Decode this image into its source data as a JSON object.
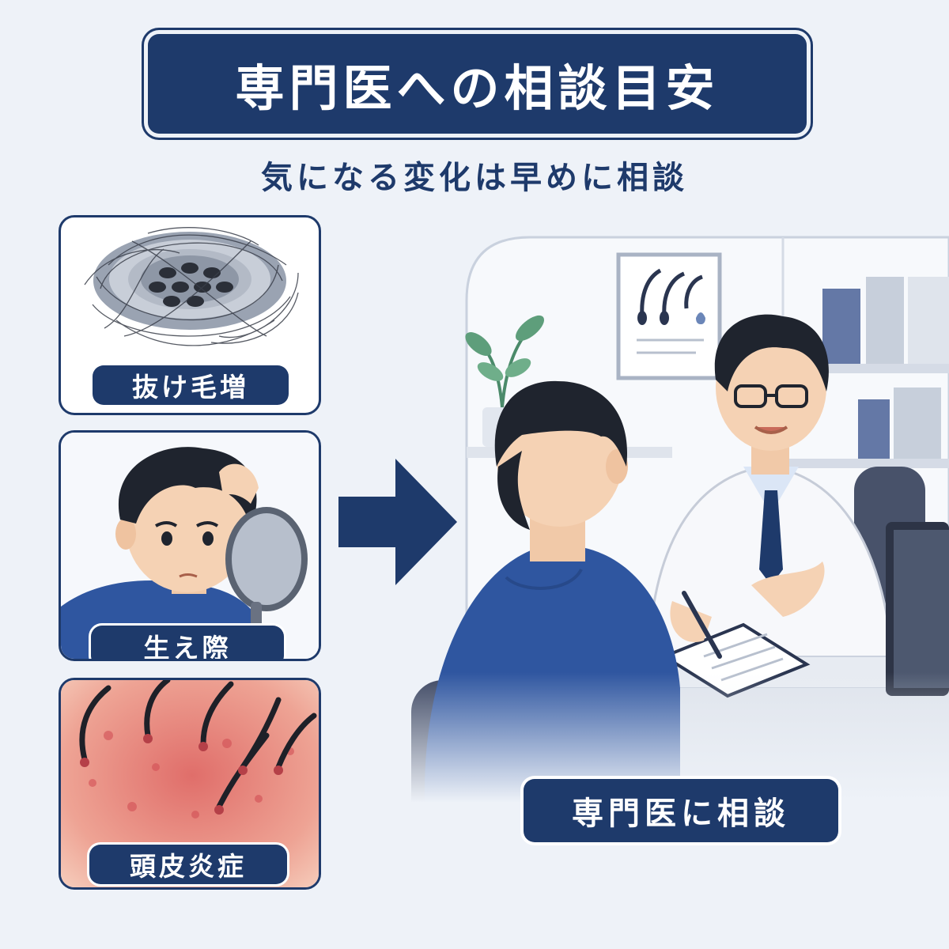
{
  "header": {
    "title": "専門医への相談目安",
    "subtitle": "気になる変化は早めに相談"
  },
  "signs": [
    {
      "label": "抜け毛増",
      "icon": "drain-hair-icon"
    },
    {
      "label": "生え際",
      "icon": "hairline-mirror-icon"
    },
    {
      "label": "頭皮炎症",
      "icon": "scalp-inflammation-icon"
    }
  ],
  "consult": {
    "label": "専門医に相談",
    "icon": "doctor-consultation-illustration"
  },
  "colors": {
    "navy": "#1e3a6b",
    "background": "#eef2f8",
    "inflamed_skin": "#e58a86"
  }
}
